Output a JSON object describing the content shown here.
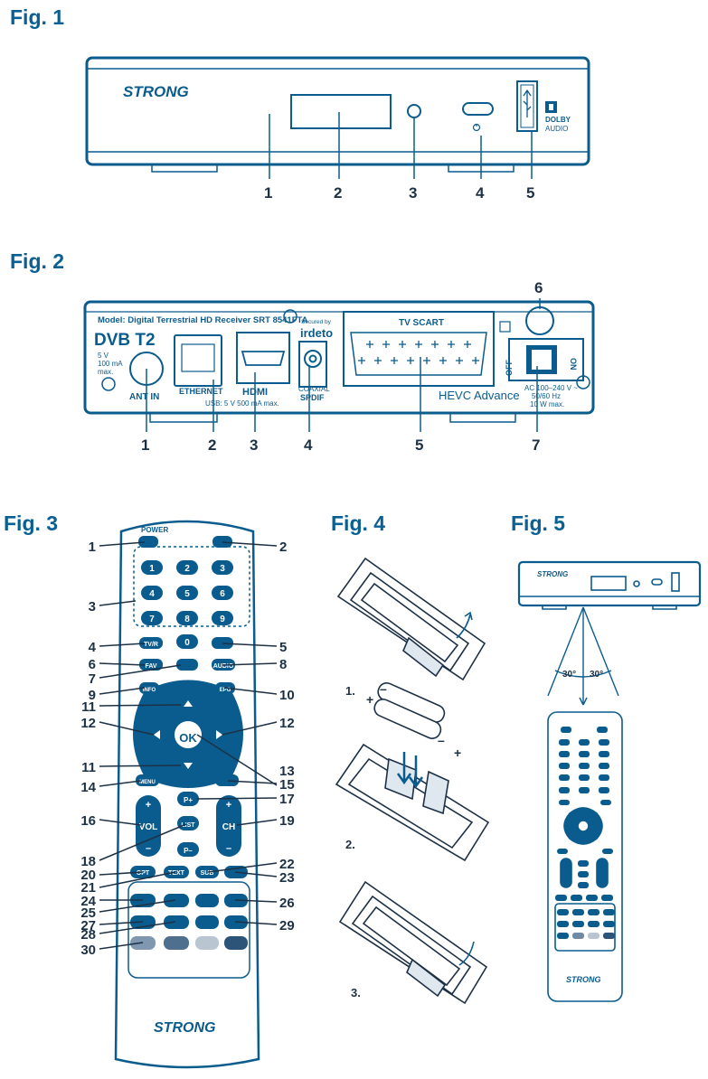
{
  "figures": {
    "fig1": "Fig. 1",
    "fig2": "Fig. 2",
    "fig3": "Fig. 3",
    "fig4": "Fig. 4",
    "fig5": "Fig. 5"
  },
  "brand": "STRONG",
  "dolby": [
    "DOLBY",
    "AUDIO"
  ],
  "fig1_callouts": [
    "1",
    "2",
    "3",
    "4",
    "5"
  ],
  "fig2": {
    "model": "Model: Digital Terrestrial HD Receiver SRT 8541FTA",
    "dvb": "DVB T2",
    "power_spec": [
      "5 V",
      "100 mA",
      "max."
    ],
    "antenna": "ANT IN",
    "ethernet": "ETHERNET",
    "usb": "USB: 5 V 500 mA max.",
    "hdmi": "HDMI",
    "secured": "Secured by",
    "irdeto": "irdeto",
    "coaxial": "COAXIAL",
    "spdif": "SPDIF",
    "scart": "TV SCART",
    "hevc": "HEVC Advance",
    "off": "OFF",
    "on": "ON",
    "ac": [
      "AC 100–240 V ~",
      "50/60 Hz",
      "10 W max."
    ],
    "callouts": [
      "1",
      "2",
      "3",
      "4",
      "5",
      "6",
      "7"
    ]
  },
  "fig3": {
    "power_label": "POWER",
    "digits": [
      "1",
      "2",
      "3",
      "4",
      "5",
      "6",
      "7",
      "8",
      "9",
      "0"
    ],
    "keys": {
      "tvr": "TV/R",
      "fav": "FAV",
      "audio": "AUDIO",
      "info": "INFO",
      "epg": "EPG",
      "ok": "OK",
      "menu": "MENU",
      "p_plus": "P+",
      "p_minus": "P–",
      "list": "LIST",
      "vol": "VOL",
      "ch": "CH",
      "opt": "OPT",
      "text": "TEXT",
      "sub": "SUB",
      "plus": "+",
      "minus": "–"
    },
    "callouts_left": [
      "1",
      "3",
      "4",
      "6",
      "7",
      "9",
      "11",
      "12",
      "11",
      "14",
      "16",
      "18",
      "20",
      "21",
      "24",
      "25",
      "27",
      "28",
      "30"
    ],
    "callouts_right": [
      "2",
      "5",
      "8",
      "10",
      "12",
      "13",
      "15",
      "17",
      "19",
      "22",
      "23",
      "26",
      "29"
    ]
  },
  "fig4": {
    "steps": [
      "1.",
      "2.",
      "3."
    ],
    "polarity": [
      "+",
      "–",
      "–",
      "+"
    ]
  },
  "fig5": {
    "angles": [
      "30°",
      "30°"
    ]
  },
  "colors": {
    "line": "#0b5c8e",
    "text": "#1d3146",
    "fill_light": "#dfe7ef",
    "key_gray": "#9aa3ac"
  }
}
